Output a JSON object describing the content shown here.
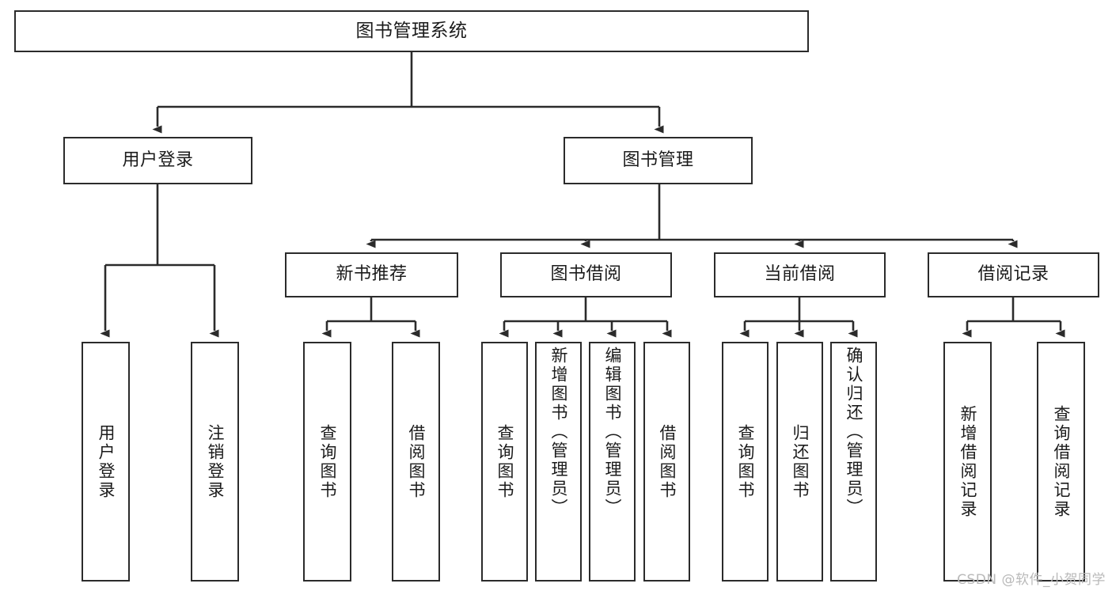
{
  "diagram": {
    "title": "图书管理系统",
    "type": "tree",
    "orientation": "top-down",
    "colors": {
      "background": "#ffffff",
      "node_fill": "#ffffff",
      "node_border": "#2b2b2b",
      "edge": "#2b2b2b",
      "text": "#1b1b1b",
      "watermark": "#b9b9b9"
    }
  },
  "nodes": {
    "root": {
      "label": "图书管理系统"
    },
    "level1": [
      {
        "id": "user-login",
        "label": "用户登录"
      },
      {
        "id": "book-manage",
        "label": "图书管理"
      }
    ],
    "level2": [
      {
        "id": "new-book-recommend",
        "label": "新书推荐"
      },
      {
        "id": "book-borrow",
        "label": "图书借阅"
      },
      {
        "id": "current-borrow",
        "label": "当前借阅"
      },
      {
        "id": "borrow-record",
        "label": "借阅记录"
      }
    ],
    "leaves": {
      "user_login": [
        {
          "id": "leaf-user-login",
          "label": "用户登录"
        },
        {
          "id": "leaf-logout-login",
          "label": "注销登录"
        }
      ],
      "new_book_recommend": [
        {
          "id": "leaf-query-book-1",
          "label": "查询图书"
        },
        {
          "id": "leaf-borrow-book-1",
          "label": "借阅图书"
        }
      ],
      "book_borrow": [
        {
          "id": "leaf-query-book-2",
          "label": "查询图书"
        },
        {
          "id": "leaf-add-book",
          "label": "新增图书（管理员）"
        },
        {
          "id": "leaf-edit-book",
          "label": "编辑图书（管理员）"
        },
        {
          "id": "leaf-borrow-book-2",
          "label": "借阅图书"
        }
      ],
      "current_borrow": [
        {
          "id": "leaf-query-book-3",
          "label": "查询图书"
        },
        {
          "id": "leaf-return-book",
          "label": "归还图书"
        },
        {
          "id": "leaf-confirm-return",
          "label": "确认归还（管理员）"
        }
      ],
      "borrow_record": [
        {
          "id": "leaf-add-record",
          "label": "新增借阅记录"
        },
        {
          "id": "leaf-query-record",
          "label": "查询借阅记录"
        }
      ]
    }
  },
  "watermark": {
    "text": "CSDN @软件_小贺同学"
  }
}
